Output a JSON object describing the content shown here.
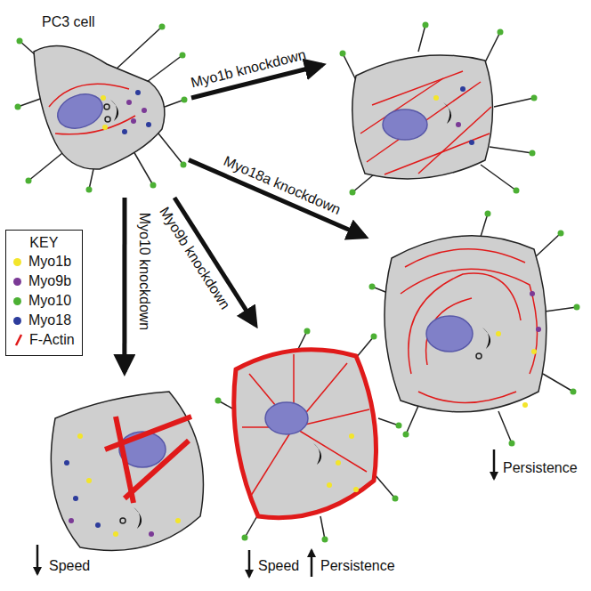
{
  "diagram": {
    "nodes": [
      {
        "text": [
          "PC3 cell"
        ]
      },
      {
        "text": [
          "Speed"
        ]
      },
      {
        "text": [
          "Speed",
          "Persistence"
        ]
      },
      {
        "text": [
          "Persistence"
        ]
      }
    ],
    "edges": [
      {
        "from": 0,
        "to": 1,
        "arrow": "to",
        "label": "Myo10 knockdown"
      },
      {
        "from": 0,
        "to": 2,
        "arrow": "to",
        "label": "Myo9b knockdown"
      },
      {
        "from": 0,
        "to": 3,
        "arrow": "to",
        "label": "Myo18a knockdown"
      }
    ],
    "labels": [
      "KEY",
      "Myo1b knockdown"
    ],
    "legend": [
      {
        "text": "Myo1b",
        "color": "#f3e52b"
      },
      {
        "text": "Myo9b",
        "color": "#7b3a96"
      },
      {
        "text": "Myo10",
        "color": "#4cb034"
      },
      {
        "text": "Myo18",
        "color": "#2d3c9c"
      },
      {
        "text": "F-Actin"
      }
    ]
  }
}
